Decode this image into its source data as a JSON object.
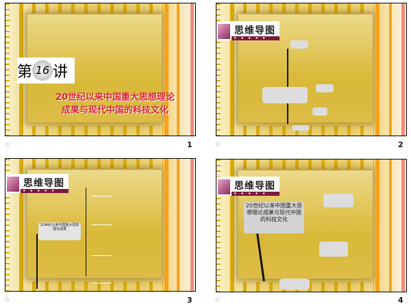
{
  "slides": [
    {
      "number": "1",
      "lecture_prefix": "第",
      "lecture_num": "16",
      "lecture_suffix": "讲",
      "title_line1": "20世纪以来中国重大思想理论",
      "title_line2": "成果与现代中国的科技文化"
    },
    {
      "number": "2",
      "heading": "思维导图",
      "stars": "★★★★★"
    },
    {
      "number": "3",
      "heading": "思维导图",
      "stars": "★★★★★",
      "center": "20世纪以来中国重大思想理论成果"
    },
    {
      "number": "4",
      "heading": "思维导图",
      "stars": "★★★★★",
      "center": "20世纪以来中国重大思想理论成果与现代中国的科技文化"
    }
  ],
  "slide_icon": "transition-star-icon",
  "colors": {
    "gold": "#d9ab10",
    "panel": "#e8cd6a",
    "orange": "#f7a21b",
    "salmon": "#f28a7a",
    "title_red": "#d6263a",
    "banner": "#7a1a3c"
  }
}
